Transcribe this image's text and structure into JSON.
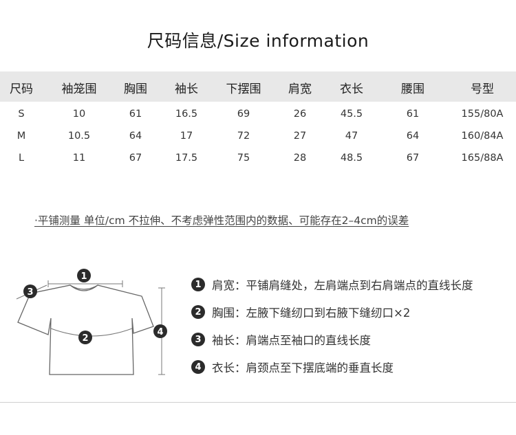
{
  "title": "尺码信息/Size information",
  "table": {
    "headers": [
      "尺码",
      "袖笼围",
      "胸围",
      "袖长",
      "下摆围",
      "肩宽",
      "衣长",
      "腰围",
      "号型"
    ],
    "rows": [
      [
        "S",
        "10",
        "61",
        "16.5",
        "69",
        "26",
        "45.5",
        "61",
        "155/80A"
      ],
      [
        "M",
        "10.5",
        "64",
        "17",
        "72",
        "27",
        "47",
        "64",
        "160/84A"
      ],
      [
        "L",
        "11",
        "67",
        "17.5",
        "75",
        "28",
        "48.5",
        "67",
        "165/88A"
      ]
    ]
  },
  "note": "·平铺测量 单位/cm 不拉伸、不考虑弹性范围内的数据、可能存在2–4cm的误差",
  "diagram": {
    "markers": [
      "1",
      "2",
      "3",
      "4"
    ]
  },
  "legend": [
    {
      "num": "1",
      "text": "肩宽：平铺肩缝处，左肩端点到右肩端点的直线长度"
    },
    {
      "num": "2",
      "text": "胸围：左腋下缝纫口到右腋下缝纫口×2"
    },
    {
      "num": "3",
      "text": "袖长：肩端点至袖口的直线长度"
    },
    {
      "num": "4",
      "text": "衣长：肩颈点至下摆底端的垂直长度"
    }
  ]
}
